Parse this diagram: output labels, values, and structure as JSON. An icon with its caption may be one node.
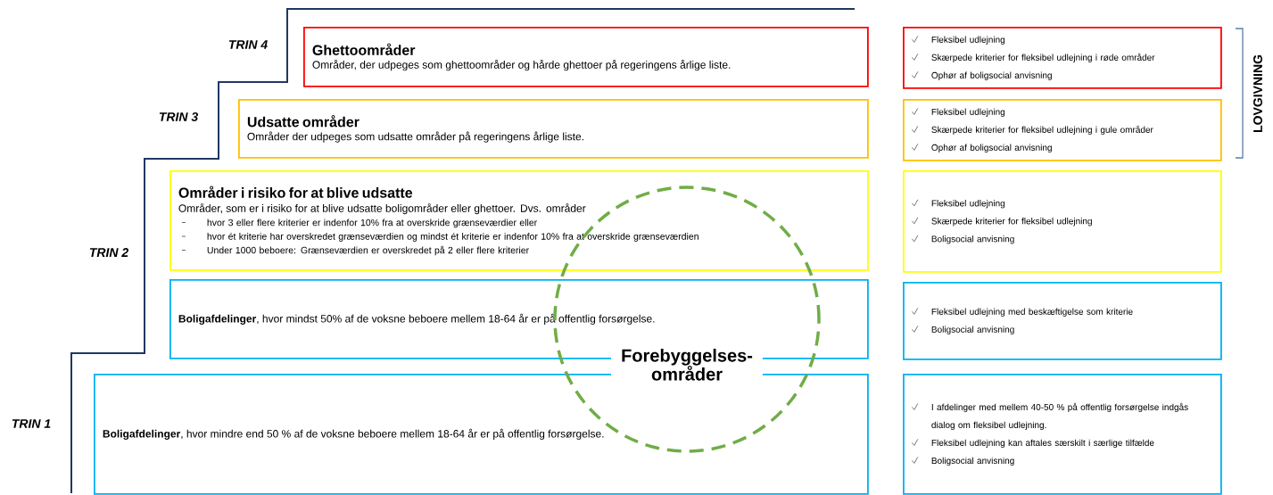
{
  "diagram": {
    "nodes": [
      {
        "text": [
          "Ghettoområder",
          "Områder, der udpeges som ghettoområder og hårde ghettoer på regeringens årlige liste."
        ]
      },
      {
        "text": [
          "Udsatte områder",
          "Områder der udpeges som udsatte områder på regeringens årlige liste."
        ]
      },
      {
        "text": [
          "Områder i risiko for at blive udsatte",
          "Områder, som er i risiko for at blive udsatte boligområder eller ghettoer. Dvs. områder",
          "hvor 3 eller flere kriterier er indenfor 10% fra at overskride grænseværdier eller",
          "hvor ét kriterie har overskredet grænseværdien og mindst ét kriterie er indenfor 10% fra at overskride grænseværdien",
          "Under 1000 beboere: Grænseværdien er overskredet på 2 eller flere kriterier"
        ]
      },
      {
        "text": [
          "**Boligafdelinger**, hvor mindst 50% af de voksne beboere mellem 18-64 år er på offentlig forsørgelse."
        ]
      },
      {
        "text": [
          "**Boligafdelinger**, hvor mindre end 50 % af de voksne beboere mellem 18-64 år er på offentlig forsørgelse."
        ]
      },
      {
        "text": [
          "Fleksibel udlejning",
          "Skærpede kriterier for fleksibel udlejning i røde områder",
          "Ophør af boligsocial anvisning"
        ]
      },
      {
        "text": [
          "Fleksibel udlejning",
          "Skærpede kriterier for fleksibel udlejning i gule områder",
          "Ophør af boligsocial anvisning"
        ]
      },
      {
        "text": [
          "Fleksibel udlejning",
          "Skærpede kriterier for fleksibel udlejning",
          "Boligsocial anvisning"
        ]
      },
      {
        "text": [
          "Fleksibel udlejning med beskæftigelse som kriterie",
          "Boligsocial anvisning"
        ]
      },
      {
        "text": [
          "I  afdelinger med mellem 40-50 % på offentlig forsørgelse indgås dialog om fleksibel udlejning.",
          "Fleksibel udlejning kan aftales særskilt i særlige tilfælde",
          "Boligsocial anvisning"
        ]
      },
      {
        "text": [
          "Forebyggelses- områder"
        ]
      }
    ],
    "labels": [
      "TRIN 4",
      "LOVGIVNING",
      "TRIN 3",
      "TRIN 2",
      "TRIN 1"
    ]
  }
}
